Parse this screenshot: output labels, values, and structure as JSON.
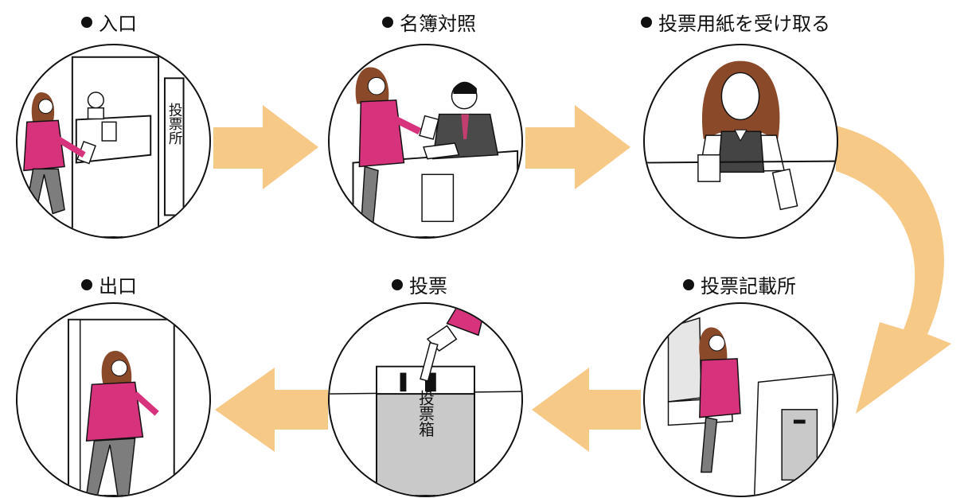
{
  "steps": [
    {
      "label": "入口"
    },
    {
      "label": "名簿対照"
    },
    {
      "label": "投票用紙を受け取る"
    },
    {
      "label": "投票記載所"
    },
    {
      "label": "投票"
    },
    {
      "label": "出口"
    }
  ],
  "signs": {
    "entrance_sign": "投票所",
    "ballot_box": "投票箱"
  },
  "colors": {
    "arrow": "#f6c987",
    "jacket": "#d6337c",
    "hair": "#8a4a2a",
    "pants": "#7d7d7d",
    "box": "#c9c9c9"
  }
}
